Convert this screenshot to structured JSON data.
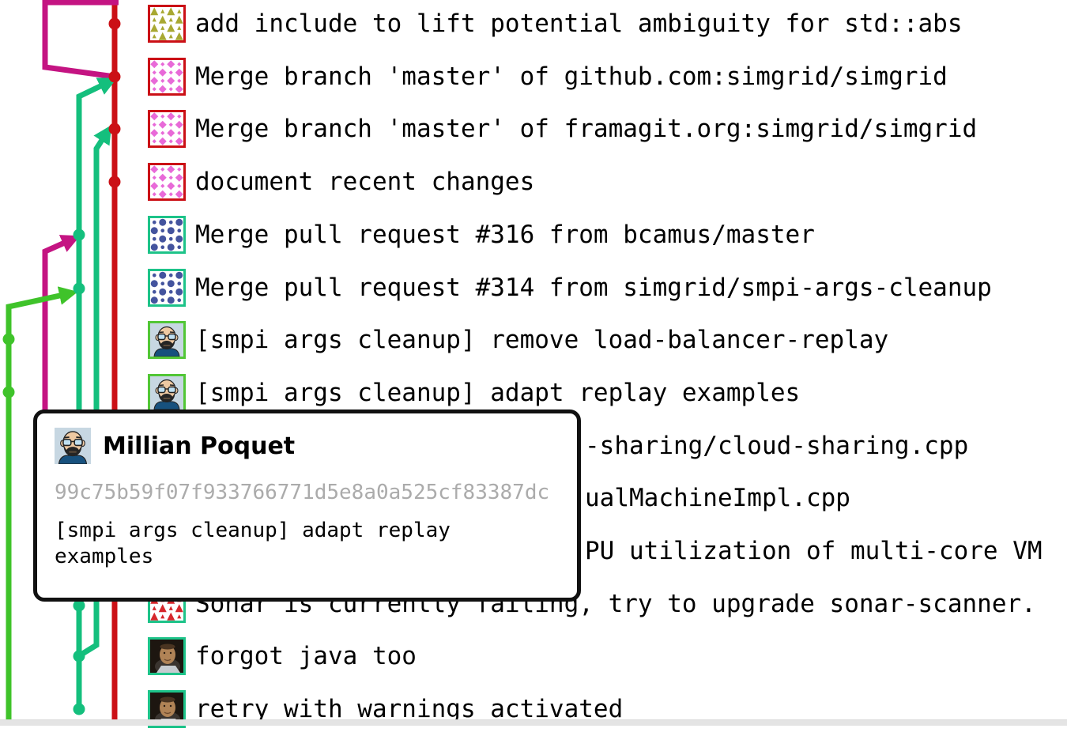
{
  "colors": {
    "graph_red": "#cb1016",
    "graph_magenta": "#c41482",
    "graph_teal": "#14bf7d",
    "graph_lime": "#3fc32a",
    "border_red": "#cb1016",
    "border_teal": "#1dc389",
    "border_lime": "#52c636",
    "identicon_pink": "#e86ad8",
    "identicon_olive": "#a8a832",
    "identicon_blue": "#44549e",
    "identicon_red": "#d6262b",
    "text": "#000000",
    "hash_gray": "#ababab",
    "tooltip_border": "#111111",
    "scrollbar": "#e4e4e4"
  },
  "commits": [
    {
      "message": "add include to lift potential ambiguity for std::abs",
      "avatar": "identicon-olive",
      "border": "red"
    },
    {
      "message": "Merge branch 'master' of github.com:simgrid/simgrid",
      "avatar": "identicon-pink",
      "border": "red"
    },
    {
      "message": "Merge branch 'master' of framagit.org:simgrid/simgrid",
      "avatar": "identicon-pink",
      "border": "red"
    },
    {
      "message": "document recent changes",
      "avatar": "identicon-pink",
      "border": "red"
    },
    {
      "message": "Merge pull request #316 from bcamus/master",
      "avatar": "identicon-blue",
      "border": "teal"
    },
    {
      "message": "Merge pull request #314 from simgrid/smpi-args-cleanup",
      "avatar": "identicon-blue",
      "border": "teal"
    },
    {
      "message": "[smpi args cleanup] remove load-balancer-replay",
      "avatar": "cartoon-face",
      "border": "lime"
    },
    {
      "message": "[smpi args cleanup] adapt replay examples",
      "avatar": "cartoon-face",
      "border": "lime"
    },
    {
      "message": "-sharing/cloud-sharing.cpp",
      "avatar": null,
      "partial": true
    },
    {
      "message": "ualMachineImpl.cpp",
      "avatar": null,
      "partial": true
    },
    {
      "message": "PU utilization of multi-core VM",
      "avatar": null,
      "partial": true
    },
    {
      "message": "Sonar is currently failing, try to upgrade sonar-scanner.",
      "avatar": "identicon-red",
      "border": "teal"
    },
    {
      "message": "forgot java too",
      "avatar": "photo-face",
      "border": "teal"
    },
    {
      "message": "retry with warnings activated",
      "avatar": "photo-face",
      "border": "teal"
    }
  ],
  "tooltip": {
    "author": "Millian Poquet",
    "hash": "99c75b59f07f933766771d5e8a0a525cf83387dc",
    "message": "[smpi args cleanup] adapt replay examples",
    "avatar": "cartoon-face"
  }
}
